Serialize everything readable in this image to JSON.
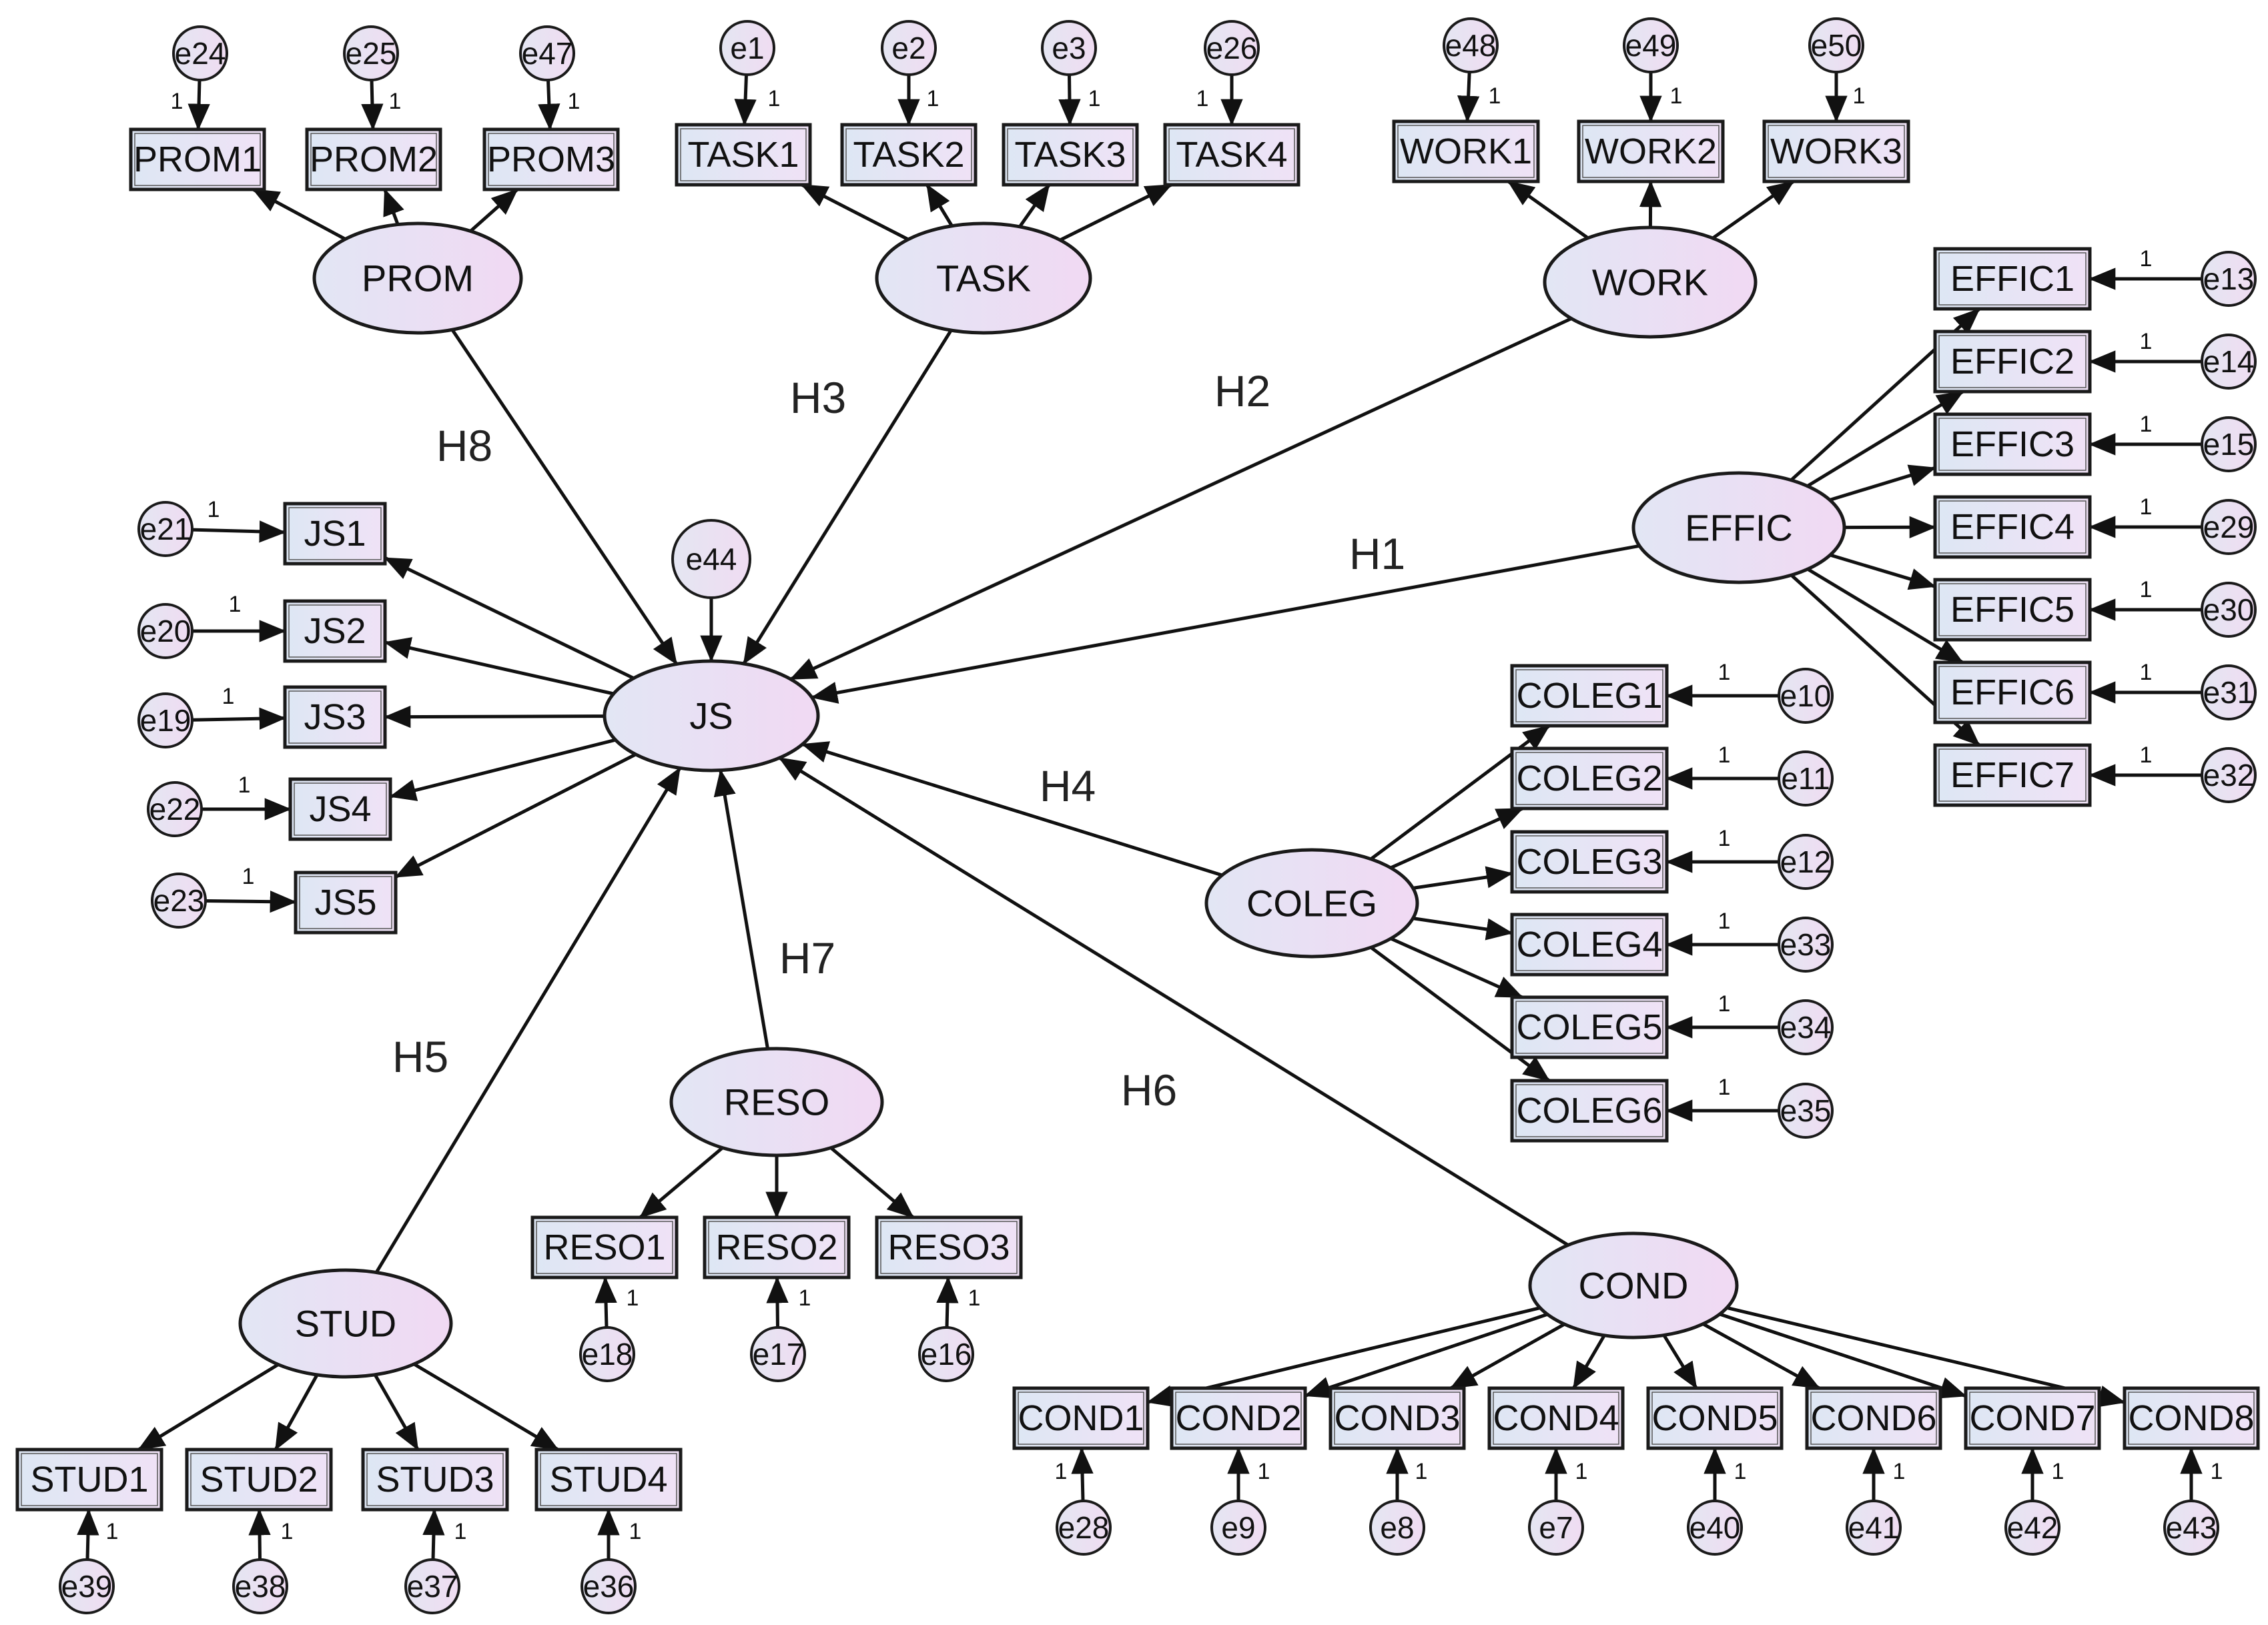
{
  "latents": [
    {
      "id": "PROM",
      "label": "PROM"
    },
    {
      "id": "TASK",
      "label": "TASK"
    },
    {
      "id": "WORK",
      "label": "WORK"
    },
    {
      "id": "EFFIC",
      "label": "EFFIC"
    },
    {
      "id": "JS",
      "label": "JS"
    },
    {
      "id": "COLEG",
      "label": "COLEG"
    },
    {
      "id": "RESO",
      "label": "RESO"
    },
    {
      "id": "STUD",
      "label": "STUD"
    },
    {
      "id": "COND",
      "label": "COND"
    }
  ],
  "indicators": [
    {
      "label": "PROM1",
      "latent": "PROM",
      "error": "e24"
    },
    {
      "label": "PROM2",
      "latent": "PROM",
      "error": "e25"
    },
    {
      "label": "PROM3",
      "latent": "PROM",
      "error": "e47"
    },
    {
      "label": "TASK1",
      "latent": "TASK",
      "error": "e1"
    },
    {
      "label": "TASK2",
      "latent": "TASK",
      "error": "e2"
    },
    {
      "label": "TASK3",
      "latent": "TASK",
      "error": "e3"
    },
    {
      "label": "TASK4",
      "latent": "TASK",
      "error": "e26"
    },
    {
      "label": "WORK1",
      "latent": "WORK",
      "error": "e48"
    },
    {
      "label": "WORK2",
      "latent": "WORK",
      "error": "e49"
    },
    {
      "label": "WORK3",
      "latent": "WORK",
      "error": "e50"
    },
    {
      "label": "EFFIC1",
      "latent": "EFFIC",
      "error": "e13"
    },
    {
      "label": "EFFIC2",
      "latent": "EFFIC",
      "error": "e14"
    },
    {
      "label": "EFFIC3",
      "latent": "EFFIC",
      "error": "e15"
    },
    {
      "label": "EFFIC4",
      "latent": "EFFIC",
      "error": "e29"
    },
    {
      "label": "EFFIC5",
      "latent": "EFFIC",
      "error": "e30"
    },
    {
      "label": "EFFIC6",
      "latent": "EFFIC",
      "error": "e31"
    },
    {
      "label": "EFFIC7",
      "latent": "EFFIC",
      "error": "e32"
    },
    {
      "label": "JS1",
      "latent": "JS",
      "error": "e21"
    },
    {
      "label": "JS2",
      "latent": "JS",
      "error": "e20"
    },
    {
      "label": "JS3",
      "latent": "JS",
      "error": "e19"
    },
    {
      "label": "JS4",
      "latent": "JS",
      "error": "e22"
    },
    {
      "label": "JS5",
      "latent": "JS",
      "error": "e23"
    },
    {
      "label": "COLEG1",
      "latent": "COLEG",
      "error": "e10"
    },
    {
      "label": "COLEG2",
      "latent": "COLEG",
      "error": "e11"
    },
    {
      "label": "COLEG3",
      "latent": "COLEG",
      "error": "e12"
    },
    {
      "label": "COLEG4",
      "latent": "COLEG",
      "error": "e33"
    },
    {
      "label": "COLEG5",
      "latent": "COLEG",
      "error": "e34"
    },
    {
      "label": "COLEG6",
      "latent": "COLEG",
      "error": "e35"
    },
    {
      "label": "RESO1",
      "latent": "RESO",
      "error": "e18"
    },
    {
      "label": "RESO2",
      "latent": "RESO",
      "error": "e17"
    },
    {
      "label": "RESO3",
      "latent": "RESO",
      "error": "e16"
    },
    {
      "label": "STUD1",
      "latent": "STUD",
      "error": "e39"
    },
    {
      "label": "STUD2",
      "latent": "STUD",
      "error": "e38"
    },
    {
      "label": "STUD3",
      "latent": "STUD",
      "error": "e37"
    },
    {
      "label": "STUD4",
      "latent": "STUD",
      "error": "e36"
    },
    {
      "label": "COND1",
      "latent": "COND",
      "error": "e28"
    },
    {
      "label": "COND2",
      "latent": "COND",
      "error": "e9"
    },
    {
      "label": "COND3",
      "latent": "COND",
      "error": "e8"
    },
    {
      "label": "COND4",
      "latent": "COND",
      "error": "e7"
    },
    {
      "label": "COND5",
      "latent": "COND",
      "error": "e40"
    },
    {
      "label": "COND6",
      "latent": "COND",
      "error": "e41"
    },
    {
      "label": "COND7",
      "latent": "COND",
      "error": "e42"
    },
    {
      "label": "COND8",
      "latent": "COND",
      "error": "e43"
    }
  ],
  "structural_error": {
    "label": "e44",
    "target": "JS"
  },
  "hypotheses": [
    {
      "label": "H1",
      "from": "EFFIC",
      "to": "JS"
    },
    {
      "label": "H2",
      "from": "WORK",
      "to": "JS"
    },
    {
      "label": "H3",
      "from": "TASK",
      "to": "JS"
    },
    {
      "label": "H4",
      "from": "COLEG",
      "to": "JS"
    },
    {
      "label": "H5",
      "from": "STUD",
      "to": "JS"
    },
    {
      "label": "H6",
      "from": "COND",
      "to": "JS"
    },
    {
      "label": "H7",
      "from": "RESO",
      "to": "JS"
    },
    {
      "label": "H8",
      "from": "PROM",
      "to": "JS"
    }
  ],
  "fixed_loading_label": "1",
  "colors": {
    "box_fill": "#e8e6f4",
    "ellipse_fill": "#e9dcf3",
    "stroke": "#1a1a1a"
  }
}
